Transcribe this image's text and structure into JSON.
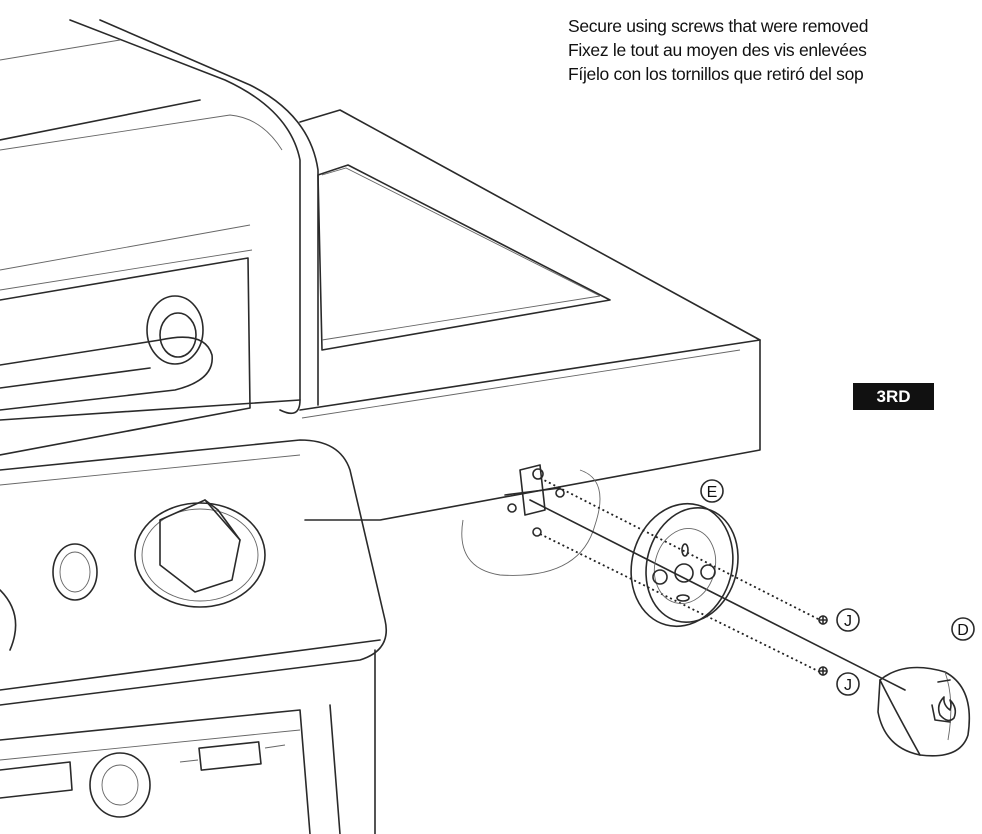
{
  "instructions": [
    "Secure using screws that were removed",
    "Fixez le tout au moyen des vis enlevées",
    "Fíjelo con los tornillos que retiró del sop"
  ],
  "badge": "3RD",
  "callouts": {
    "E": "E",
    "D": "D",
    "J": "J"
  },
  "icons": [
    "flame-icon",
    "knob-icon",
    "screw-icon",
    "bezel-icon"
  ]
}
